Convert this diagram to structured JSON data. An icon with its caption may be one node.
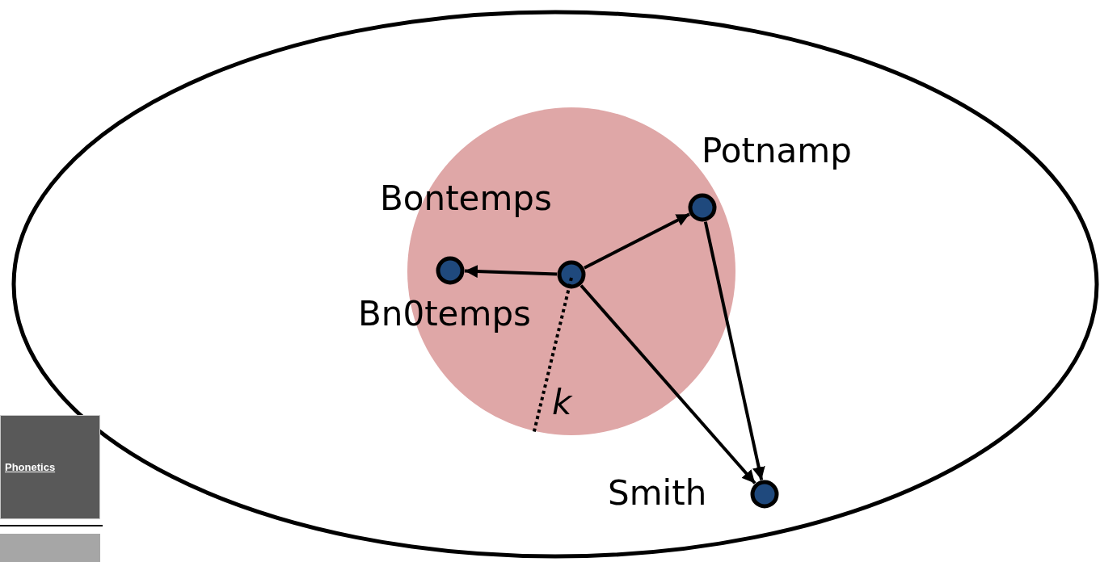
{
  "diagram": {
    "nodes": [
      {
        "text": [],
        "shape": "ellipse"
      },
      {
        "text": [],
        "shape": "circle",
        "in": 0
      },
      {
        "text": [],
        "shape": "circle",
        "in": 1,
        "beside": [
          "Bn0temps"
        ]
      },
      {
        "text": [],
        "shape": "circle",
        "in": 1,
        "beside": [
          "Bontemps"
        ]
      },
      {
        "text": [],
        "shape": "circle",
        "in": 1,
        "beside": [
          "Potnamp"
        ]
      },
      {
        "text": [],
        "shape": "circle",
        "in": 0,
        "beside": [
          "Smith"
        ]
      },
      {
        "text": [
          "Phonetics"
        ]
      },
      {
        "text": [],
        "shape": "box"
      }
    ],
    "edges": [
      {
        "from": 2,
        "to": 3,
        "arrow": "to"
      },
      {
        "from": 2,
        "to": 4,
        "arrow": "to"
      },
      {
        "from": 2,
        "to": 5,
        "arrow": "to"
      },
      {
        "from": 4,
        "to": 5,
        "arrow": "to"
      }
    ],
    "labels": [
      "k"
    ]
  }
}
